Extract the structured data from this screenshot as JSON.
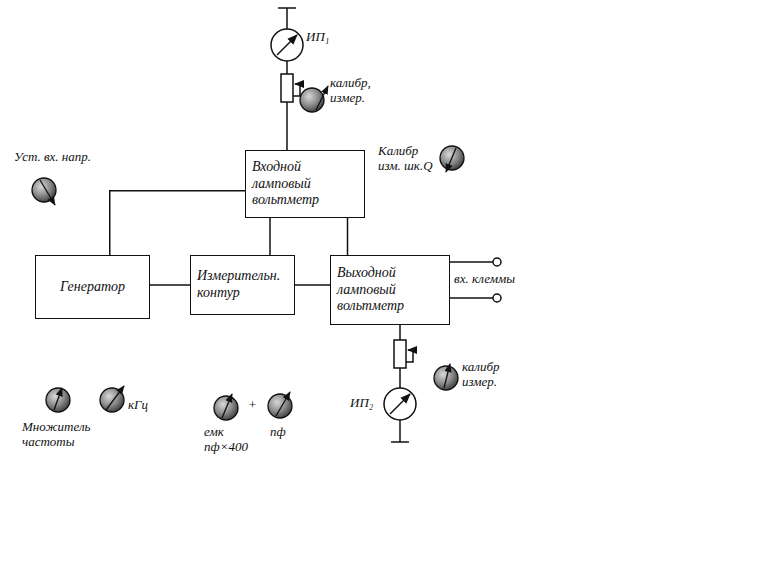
{
  "diagram": {
    "nodes": [
      {
        "text": [
          "Входной ламповый вольтметр"
        ]
      },
      {
        "text": [
          "Генератор"
        ]
      },
      {
        "text": [
          "Измерительн. контур"
        ]
      },
      {
        "text": [
          "Выходной ламповый вольтметр"
        ]
      }
    ],
    "edges": [
      {
        "from": 0,
        "to": 1,
        "arrow": "none"
      },
      {
        "from": 0,
        "to": 2,
        "arrow": "none"
      },
      {
        "from": 0,
        "to": 3,
        "arrow": "none"
      },
      {
        "from": 1,
        "to": 2,
        "arrow": "none"
      },
      {
        "from": 2,
        "to": 3,
        "arrow": "none"
      }
    ],
    "labels": [
      "ИП₁",
      "калибр, измер.",
      "Уст. вх. напр.",
      "Калибр изм. шк.Q",
      "Множитель частоты",
      "кГц",
      "емк пф×400",
      "+",
      "пф",
      "вх. клеммы",
      "калибр измер.",
      "ИП₂"
    ]
  }
}
